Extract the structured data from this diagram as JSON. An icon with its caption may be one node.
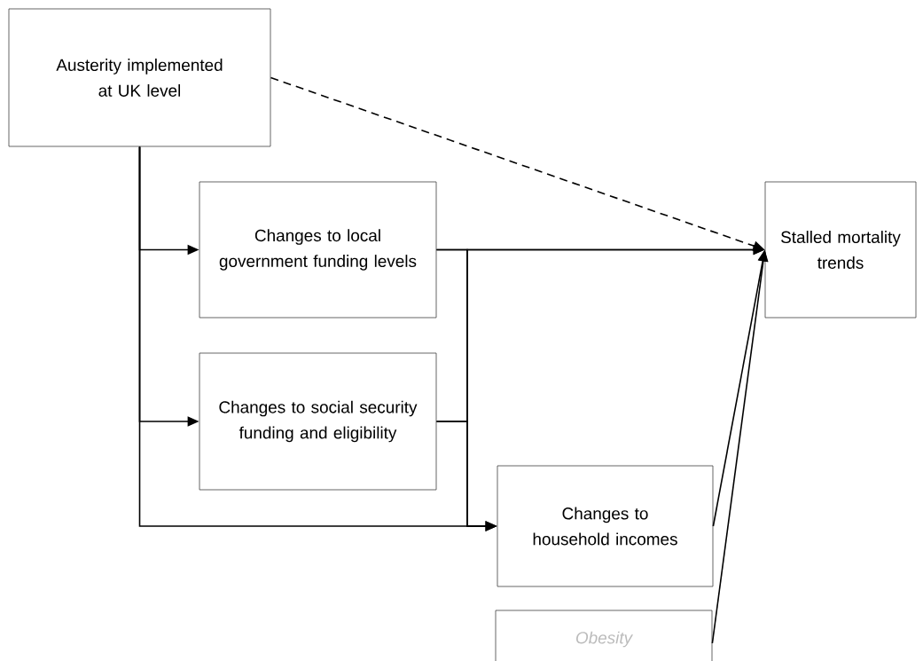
{
  "diagram": {
    "nodes": [
      {
        "text": [
          "Austerity implemented at UK level"
        ]
      },
      {
        "text": [
          "Changes to local government funding levels"
        ]
      },
      {
        "text": [
          "Changes to social security funding and eligibility"
        ]
      },
      {
        "text": [
          "Changes to household incomes"
        ]
      },
      {
        "text": [
          "Stalled mortality trends"
        ]
      },
      {
        "text": [
          "Obesity"
        ]
      }
    ],
    "edges": [
      {
        "from": 0,
        "to": 1,
        "arrow": "to"
      },
      {
        "from": 0,
        "to": 2,
        "arrow": "to"
      },
      {
        "from": 0,
        "to": 3,
        "arrow": "to"
      },
      {
        "from": 0,
        "to": 4,
        "arrow": "to",
        "style": "dashed"
      },
      {
        "from": 1,
        "to": 4,
        "arrow": "to"
      },
      {
        "from": 1,
        "to": 3,
        "arrow": "to"
      },
      {
        "from": 2,
        "to": 4,
        "arrow": "to"
      },
      {
        "from": 2,
        "to": 3,
        "arrow": "to"
      },
      {
        "from": 3,
        "to": 4,
        "arrow": "to"
      },
      {
        "from": 5,
        "to": 4,
        "arrow": "to"
      }
    ]
  }
}
